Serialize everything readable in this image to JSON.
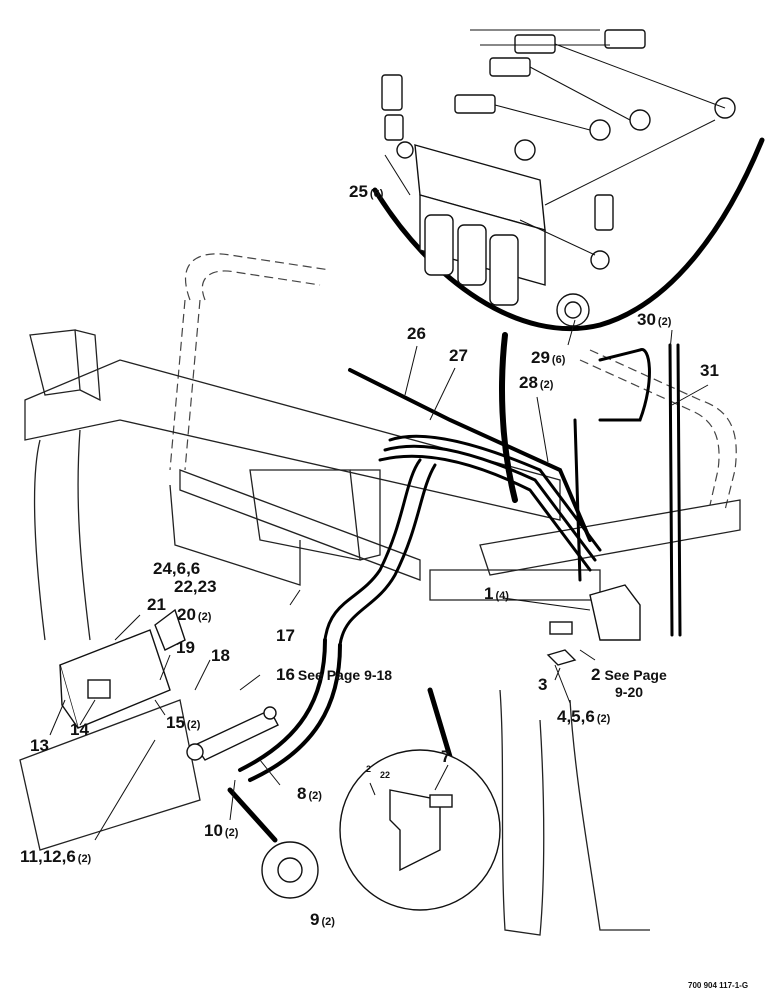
{
  "figure_id": "700 904 117-1-G",
  "callouts": {
    "c1": {
      "num": "1",
      "qty": "(4)"
    },
    "c2": {
      "num": "2",
      "ref1": "See Page",
      "ref2": "9-20"
    },
    "c3": {
      "num": "3"
    },
    "c456": {
      "num": "4,5,6",
      "qty": "(2)"
    },
    "c7": {
      "num": "7"
    },
    "c8": {
      "num": "8",
      "qty": "(2)"
    },
    "c9": {
      "num": "9",
      "qty": "(2)"
    },
    "c10": {
      "num": "10",
      "qty": "(2)"
    },
    "c11": {
      "num": "11,12,6",
      "qty": "(2)"
    },
    "c13": {
      "num": "13"
    },
    "c14": {
      "num": "14"
    },
    "c15": {
      "num": "15",
      "qty": "(2)"
    },
    "c16": {
      "num": "16",
      "ref": "See Page 9-18"
    },
    "c17": {
      "num": "17"
    },
    "c18": {
      "num": "18"
    },
    "c19": {
      "num": "19"
    },
    "c20": {
      "num": "20",
      "qty": "(2)"
    },
    "c21": {
      "num": "21"
    },
    "c2223": {
      "num": "22,23"
    },
    "c24": {
      "num": "24,6,6"
    },
    "c25": {
      "num": "25",
      "qty": "(6)"
    },
    "c26": {
      "num": "26"
    },
    "c27": {
      "num": "27"
    },
    "c28": {
      "num": "28",
      "qty": "(2)"
    },
    "c29": {
      "num": "29",
      "qty": "(6)"
    },
    "c30": {
      "num": "30",
      "qty": "(2)"
    },
    "c31": {
      "num": "31"
    }
  },
  "detail_dims": {
    "d1": "2",
    "d2": "22"
  }
}
